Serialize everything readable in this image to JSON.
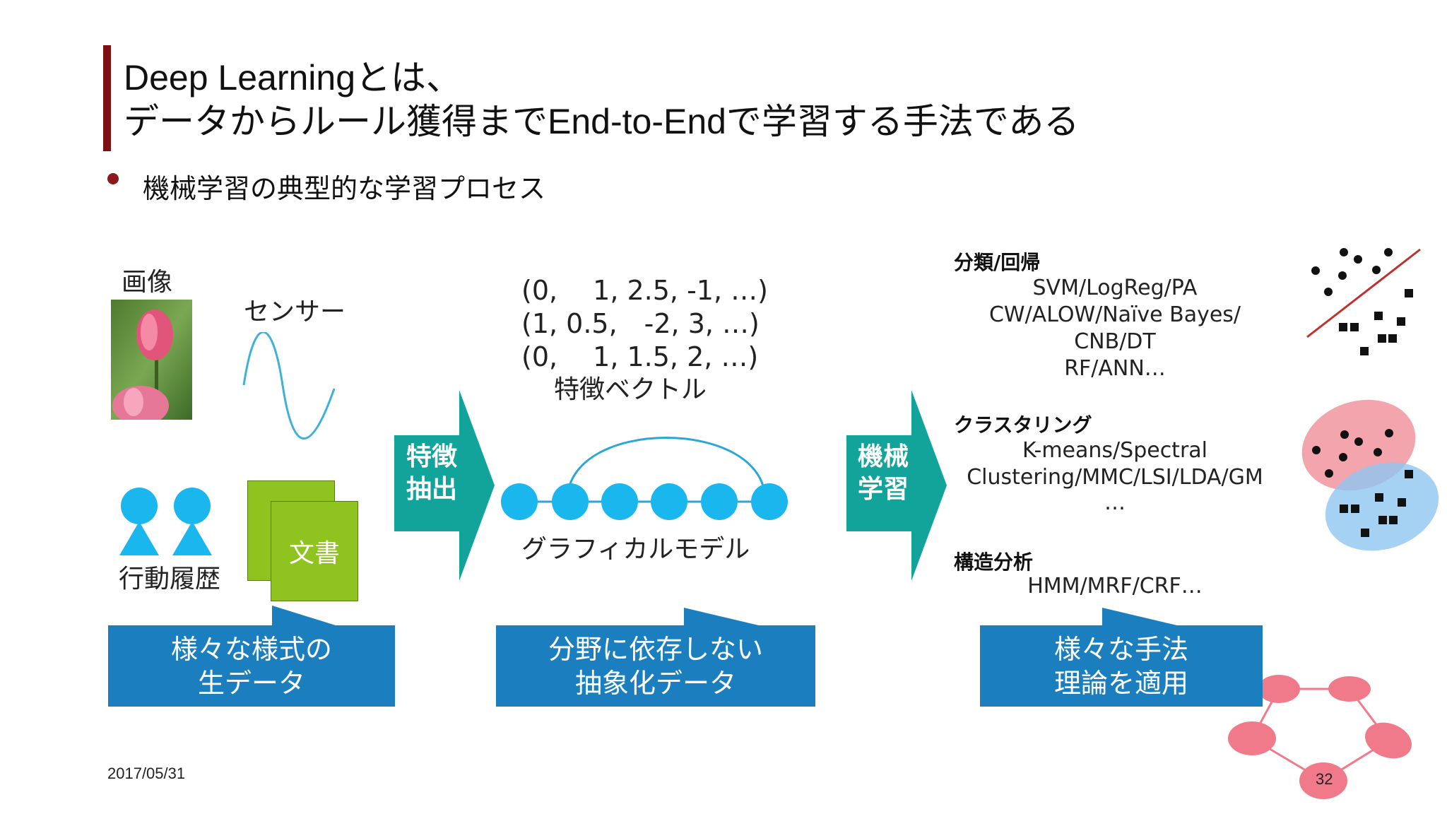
{
  "title": {
    "line1": "Deep Learningとは、",
    "line2": "データからルール獲得までEnd-to-Endで学習する手法である"
  },
  "bullet": "機械学習の典型的な学習プロセス",
  "inputs": {
    "image_label": "画像",
    "sensor_label": "センサー",
    "history_label": "行動履歴",
    "document_label": "文書"
  },
  "arrows": {
    "feature_extraction": [
      "特徴",
      "抽出"
    ],
    "machine_learning": [
      "機械",
      "学習"
    ]
  },
  "features": {
    "vectors": [
      "(0,　 1, 2.5, -1, …)",
      "(1, 0.5,　-2,  3, …)",
      "(0,　 1, 1.5,  2, …)"
    ],
    "vector_label": "特徴ベクトル",
    "graph_label": "グラフィカルモデル"
  },
  "methods": {
    "classification": {
      "heading": "分類/回帰",
      "items": [
        "SVM/LogReg/PA",
        "CW/ALOW/Naïve Bayes/",
        "CNB/DT",
        "RF/ANN…"
      ]
    },
    "clustering": {
      "heading": "クラスタリング",
      "items": [
        "K-means/Spectral",
        "Clustering/MMC/LSI/LDA/GM",
        "…"
      ]
    },
    "structure": {
      "heading": "構造分析",
      "items": [
        "HMM/MRF/CRF…"
      ]
    }
  },
  "callouts": [
    [
      "様々な様式の",
      "生データ"
    ],
    [
      "分野に依存しない",
      "抽象化データ"
    ],
    [
      "様々な手法",
      "理論を適用"
    ]
  ],
  "footer": {
    "date": "2017/05/31",
    "page": "32"
  },
  "colors": {
    "title_bar": "#7d0f15",
    "arrow": "#12a39a",
    "callout": "#1b7fbf",
    "node": "#1ab7ee",
    "doc": "#8fc31f",
    "pink": "#f07a8a"
  }
}
